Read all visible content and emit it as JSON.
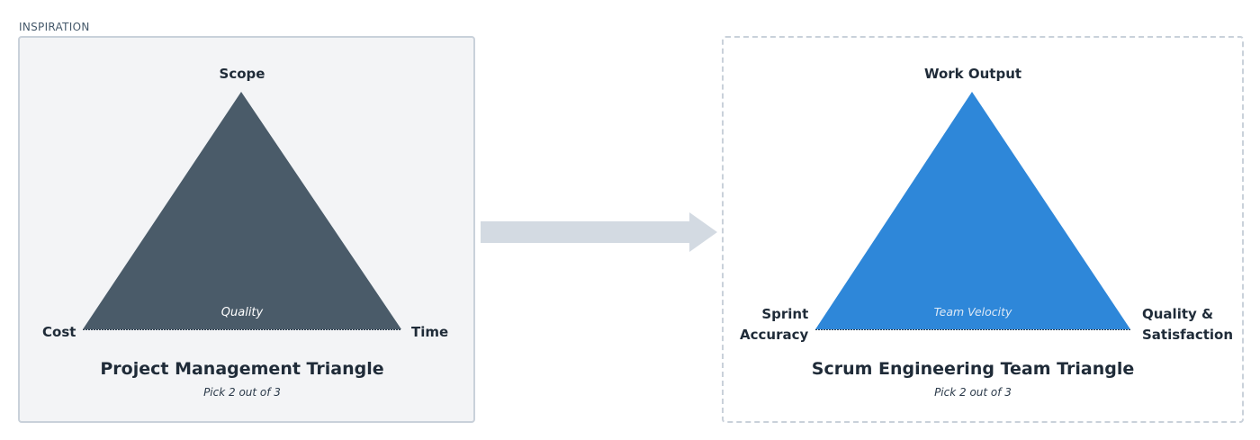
{
  "section_label": "INSPIRATION",
  "colors": {
    "left_triangle": "#4a5b69",
    "right_triangle": "#2e87d9",
    "arrow": "#d3dae2",
    "panel_border": "#c9d1da",
    "panel_bg": "#f3f4f6"
  },
  "left": {
    "top_label": "Scope",
    "left_label": "Cost",
    "right_label": "Time",
    "inner_label": "Quality",
    "title": "Project Management Triangle",
    "subtitle": "Pick 2 out of 3"
  },
  "right": {
    "top_label": "Work Output",
    "left_label_line1": "Sprint",
    "left_label_line2": "Accuracy",
    "right_label_line1": "Quality &",
    "right_label_line2": "Satisfaction",
    "inner_label": "Team Velocity",
    "title": "Scrum Engineering Team Triangle",
    "subtitle": "Pick 2 out of 3"
  }
}
